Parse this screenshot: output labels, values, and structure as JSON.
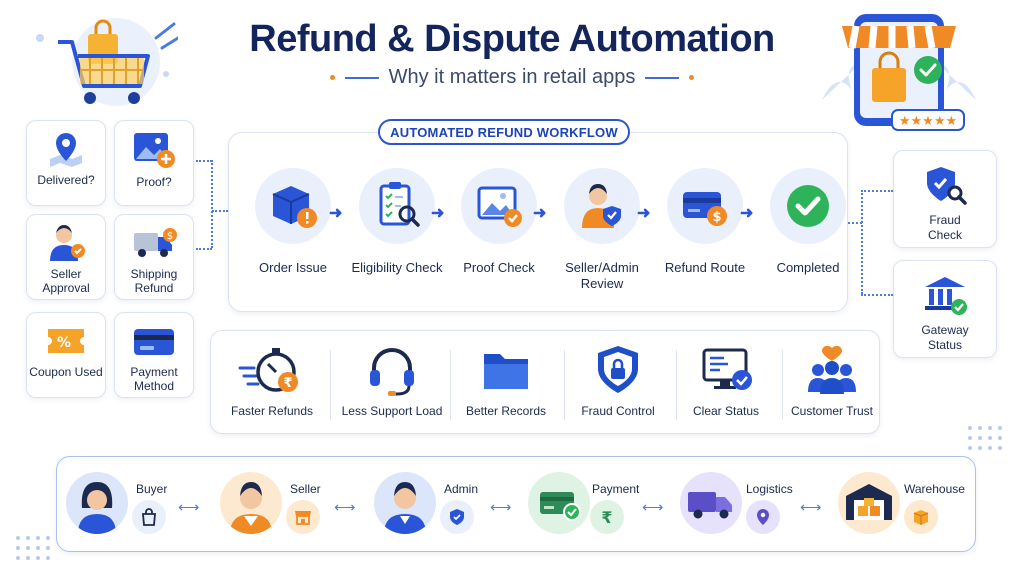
{
  "header": {
    "title": "Refund & Dispute Automation",
    "subtitle": "Why it matters in retail apps"
  },
  "left_checks": [
    {
      "label": "Delivered?",
      "icon": "map-pin-icon"
    },
    {
      "label": "Proof?",
      "icon": "image-add-icon"
    },
    {
      "label": "Seller Approval",
      "icon": "seller-icon"
    },
    {
      "label": "Shipping Refund",
      "icon": "truck-icon"
    },
    {
      "label": "Coupon Used",
      "icon": "coupon-icon"
    },
    {
      "label": "Payment Method",
      "icon": "card-icon"
    }
  ],
  "workflow": {
    "banner": "AUTOMATED REFUND WORKFLOW",
    "steps": [
      {
        "label": "Order Issue",
        "icon": "box-alert-icon"
      },
      {
        "label": "Eligibility Check",
        "icon": "clipboard-search-icon"
      },
      {
        "label": "Proof Check",
        "icon": "image-check-icon"
      },
      {
        "label": "Seller/Admin Review",
        "icon": "reviewer-icon"
      },
      {
        "label": "Refund Route",
        "icon": "card-money-icon"
      },
      {
        "label": "Completed",
        "icon": "check-circle-icon"
      }
    ]
  },
  "right_checks": [
    {
      "label": "Fraud Check",
      "icon": "shield-search-icon"
    },
    {
      "label": "Gateway Status",
      "icon": "bank-icon"
    }
  ],
  "benefits": [
    {
      "label": "Faster Refunds",
      "icon": "stopwatch-icon"
    },
    {
      "label": "Less Support Load",
      "icon": "headset-icon"
    },
    {
      "label": "Better Records",
      "icon": "folder-icon"
    },
    {
      "label": "Fraud Control",
      "icon": "shield-lock-icon"
    },
    {
      "label": "Clear Status",
      "icon": "monitor-check-icon"
    },
    {
      "label": "Customer Trust",
      "icon": "people-heart-icon"
    }
  ],
  "roles": [
    {
      "label": "Buyer",
      "icon": "shopping-bag-icon"
    },
    {
      "label": "Seller",
      "icon": "store-icon"
    },
    {
      "label": "Admin",
      "icon": "shield-icon"
    },
    {
      "label": "Payment",
      "icon": "rupee-icon"
    },
    {
      "label": "Logistics",
      "icon": "location-icon"
    },
    {
      "label": "Warehouse",
      "icon": "package-icon"
    }
  ],
  "colors": {
    "title": "#14245c",
    "accent_blue": "#2a55d6",
    "accent_orange": "#f08a24",
    "success_green": "#2fb35a"
  }
}
